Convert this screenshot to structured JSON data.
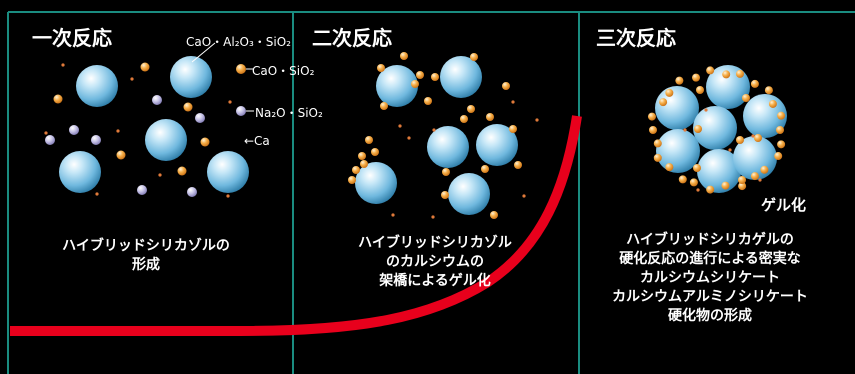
{
  "stages": [
    {
      "title": "一次反応",
      "caption": [
        "ハイブリッドシリカゾルの",
        "形成"
      ]
    },
    {
      "title": "二次反応",
      "caption": [
        "ハイブリッドシリカゾル",
        "のカルシウムの",
        "架橋によるゲル化"
      ]
    },
    {
      "title": "三次反応",
      "caption": [
        "ハイブリッドシリカゲルの",
        "硬化反応の進行による密実な",
        "カルシウムシリケート",
        "カルシウムアルミノシリケート",
        "硬化物の形成"
      ]
    }
  ],
  "legend": {
    "cao_al2o3_sio2": "CaO・Al₂O₃・SiO₂",
    "cao_sio2": "CaO・SiO₂",
    "na2o_sio2": "Na₂O・SiO₂",
    "ca": "←Ca"
  },
  "gel_label": "ゲル化",
  "colors": {
    "background": "#000000",
    "divider": "#1a8c80",
    "curve": "#e8001c",
    "large_particle": "#7ec3e6",
    "orange_particle": "#f5a23a",
    "lavender_particle": "#b9b5dc",
    "ca_dot": "#e07a3a"
  }
}
